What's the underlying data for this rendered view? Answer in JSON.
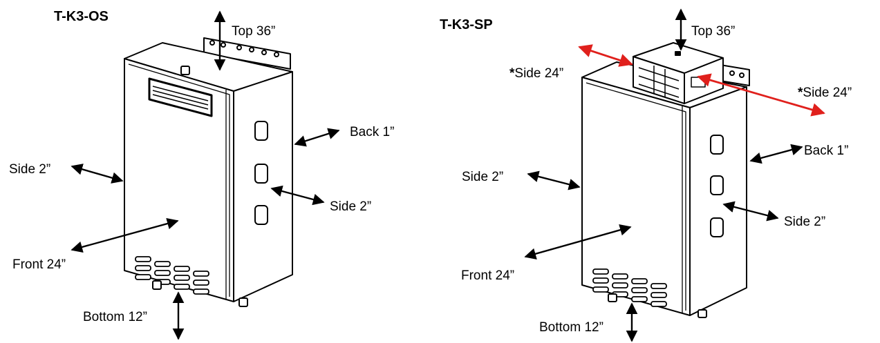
{
  "left_unit": {
    "model": "T-K3-OS",
    "clearances": {
      "top": "Top 36”",
      "back": "Back 1”",
      "side_left": "Side 2”",
      "side_right": "Side 2”",
      "front": "Front 24”",
      "bottom": "Bottom 12”"
    }
  },
  "right_unit": {
    "model": "T-K3-SP",
    "clearances": {
      "top": "Top 36”",
      "vent_side_left_mark": "*",
      "vent_side_left": "Side 24”",
      "vent_side_right_mark": "*",
      "vent_side_right": "Side 24”",
      "back": "Back 1”",
      "side_left": "Side 2”",
      "side_right": "Side 2”",
      "front": "Front 24”",
      "bottom": "Bottom 12”"
    }
  },
  "colors": {
    "line": "#000000",
    "panel": "#ffffff",
    "vent_arrow": "#e0201c"
  }
}
